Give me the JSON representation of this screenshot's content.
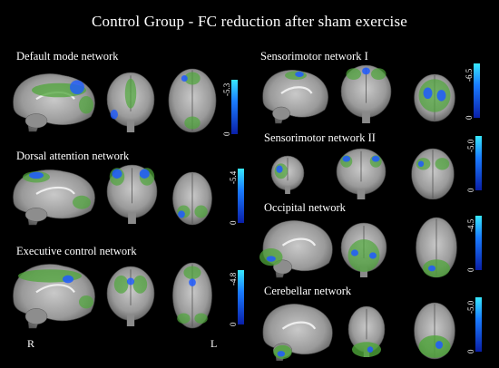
{
  "title": "Control Group - FC reduction after sham exercise",
  "side_labels": {
    "right": "R",
    "left": "L"
  },
  "panels": [
    {
      "id": "dmn",
      "label": "Default mode network",
      "cbar_max": "-5.3",
      "cbar_min": "0"
    },
    {
      "id": "dan",
      "label": "Dorsal attention network",
      "cbar_max": "-5.4",
      "cbar_min": "0"
    },
    {
      "id": "ecn",
      "label": "Executive control network",
      "cbar_max": "-4.8",
      "cbar_min": "0"
    },
    {
      "id": "smn1",
      "label": "Sensorimotor network I",
      "cbar_max": "-6.5",
      "cbar_min": "0"
    },
    {
      "id": "smn2",
      "label": "Sensorimotor network II",
      "cbar_max": "-5.0",
      "cbar_min": "0"
    },
    {
      "id": "occ",
      "label": "Occipital network",
      "cbar_max": "-4.5",
      "cbar_min": "0"
    },
    {
      "id": "cer",
      "label": "Cerebellar network",
      "cbar_max": "-5.0",
      "cbar_min": "0"
    }
  ],
  "colors": {
    "background": "#000000",
    "network_overlay": "#4fa63a",
    "fc_reduction": "#1e5bff",
    "colorbar_top": "#38e8ff",
    "colorbar_bottom": "#0a1fa8"
  }
}
